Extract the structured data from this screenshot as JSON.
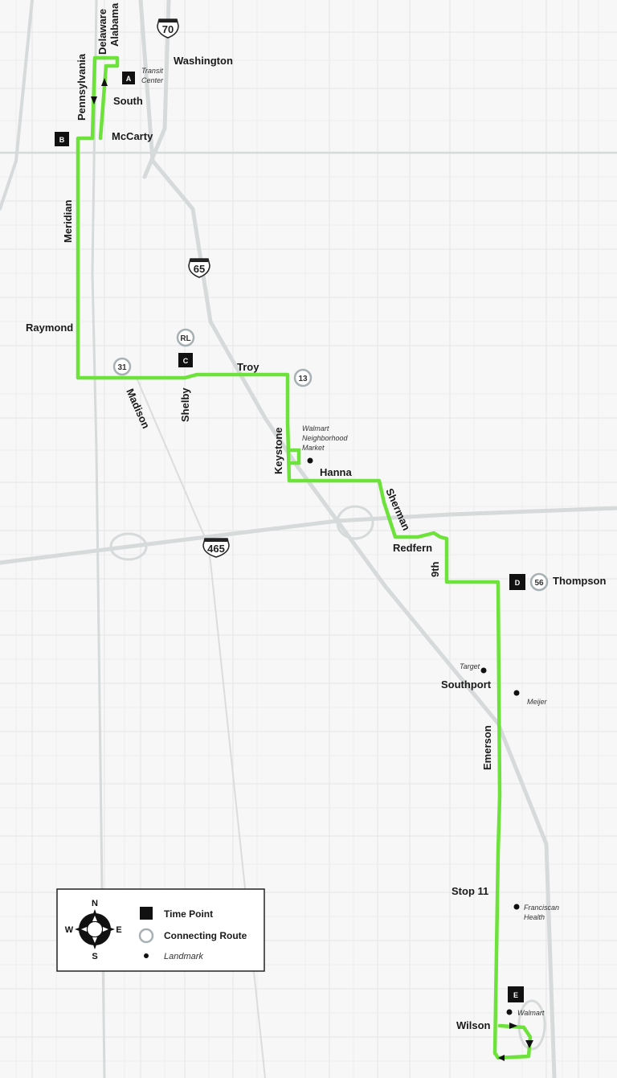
{
  "route": {
    "color": "#6ce23a"
  },
  "street_labels": {
    "delaware": "Delaware",
    "alabama": "Alabama",
    "pennsylvania": "Pennsylvania",
    "washington": "Washington",
    "south": "South",
    "mccarty": "McCarty",
    "meridian": "Meridian",
    "raymond": "Raymond",
    "madison": "Madison",
    "shelby": "Shelby",
    "troy": "Troy",
    "keystone": "Keystone",
    "hanna": "Hanna",
    "sherman": "Sherman",
    "redfern": "Redfern",
    "ninth": "9th",
    "thompson": "Thompson",
    "southport": "Southport",
    "emerson": "Emerson",
    "stop11": "Stop 11",
    "wilson": "Wilson"
  },
  "time_points": [
    {
      "id": "A"
    },
    {
      "id": "B"
    },
    {
      "id": "C"
    },
    {
      "id": "D"
    },
    {
      "id": "E"
    }
  ],
  "connecting_routes": [
    {
      "id": "RL"
    },
    {
      "id": "31"
    },
    {
      "id": "13"
    },
    {
      "id": "56"
    }
  ],
  "interstates": [
    {
      "id": "70"
    },
    {
      "id": "65"
    },
    {
      "id": "465"
    }
  ],
  "landmarks": {
    "transit_center_1": "Transit",
    "transit_center_2": "Center",
    "walmart_nm_1": "Walmart",
    "walmart_nm_2": "Neighborhood",
    "walmart_nm_3": "Market",
    "target": "Target",
    "meijer": "Meijer",
    "franciscan_1": "Franciscan",
    "franciscan_2": "Health",
    "walmart": "Walmart"
  },
  "legend": {
    "time_point": "Time Point",
    "connecting_route": "Connecting Route",
    "landmark": "Landmark"
  },
  "compass": {
    "n": "N",
    "s": "S",
    "e": "E",
    "w": "W"
  }
}
